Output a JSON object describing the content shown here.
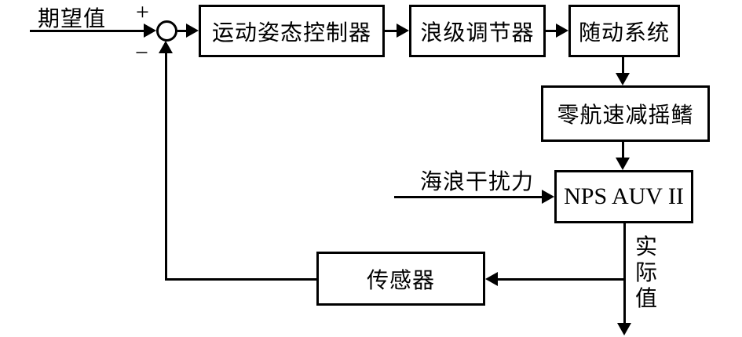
{
  "diagram": {
    "title": "zero-speed-fin-stabilizer-control-loop",
    "input_label": "期望值",
    "plus_sign": "+",
    "minus_sign": "−",
    "blocks": {
      "controller": "运动姿态控制器",
      "wave_regulator": "浪级调节器",
      "servo_system": "随动系统",
      "fin_stabilizer": "零航速减摇鳍",
      "plant": "NPS AUV II",
      "sensor": "传感器"
    },
    "disturbance_label": "海浪干扰力",
    "output_label": "实际值",
    "colors": {
      "line": "#000000",
      "background": "#ffffff",
      "text": "#000000"
    }
  }
}
